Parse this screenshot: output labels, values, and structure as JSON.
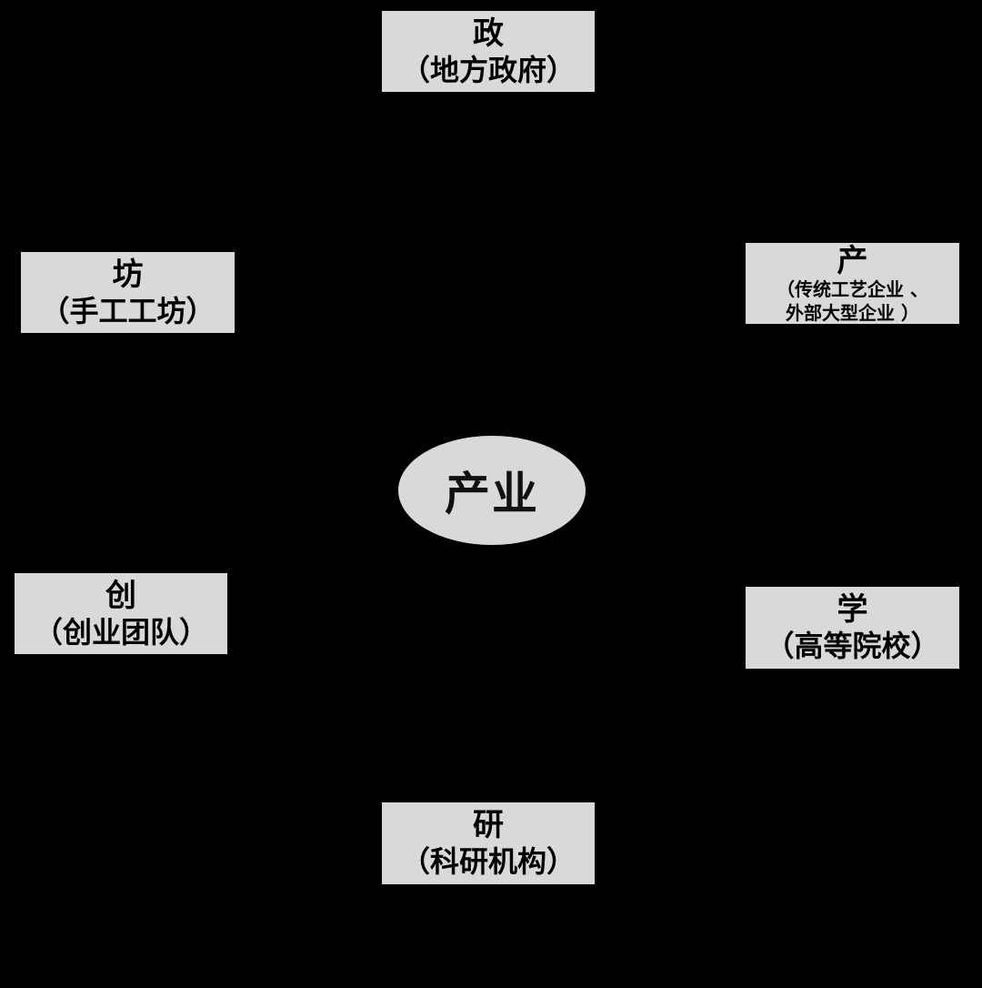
{
  "center": {
    "label": "产业"
  },
  "nodes": {
    "zheng": {
      "title": "政",
      "subtitle": "（地方政府）"
    },
    "fang": {
      "title": "坊",
      "subtitle": "（手工工坊）"
    },
    "chan": {
      "title": "产",
      "subtitle_line1": "（传统工艺企业 、",
      "subtitle_line2": "外部大型企业 ）"
    },
    "chuang": {
      "title": "创",
      "subtitle": "（创业团队）"
    },
    "xue": {
      "title": "学",
      "subtitle": "（高等院校）"
    },
    "yan": {
      "title": "研",
      "subtitle": "（科研机构）"
    }
  },
  "colors": {
    "background": "#000000",
    "node_fill": "#d9d9d9",
    "text": "#000000"
  }
}
